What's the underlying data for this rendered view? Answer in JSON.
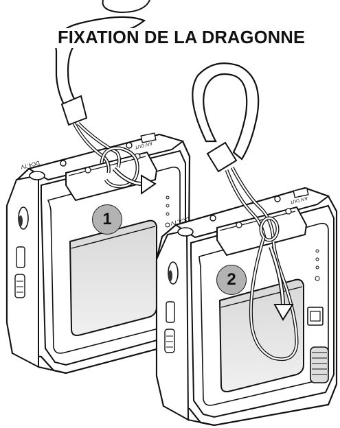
{
  "heading": "FIXATION DE LA DRAGONNE",
  "steps": [
    {
      "label": "1"
    },
    {
      "label": "2"
    }
  ],
  "port_labels": {
    "dc_in_left": "DC4.7V",
    "av_out_left": "A/V OUT",
    "dc_in_right": "DC4.7V",
    "av_out_right": "A/V OUT"
  }
}
